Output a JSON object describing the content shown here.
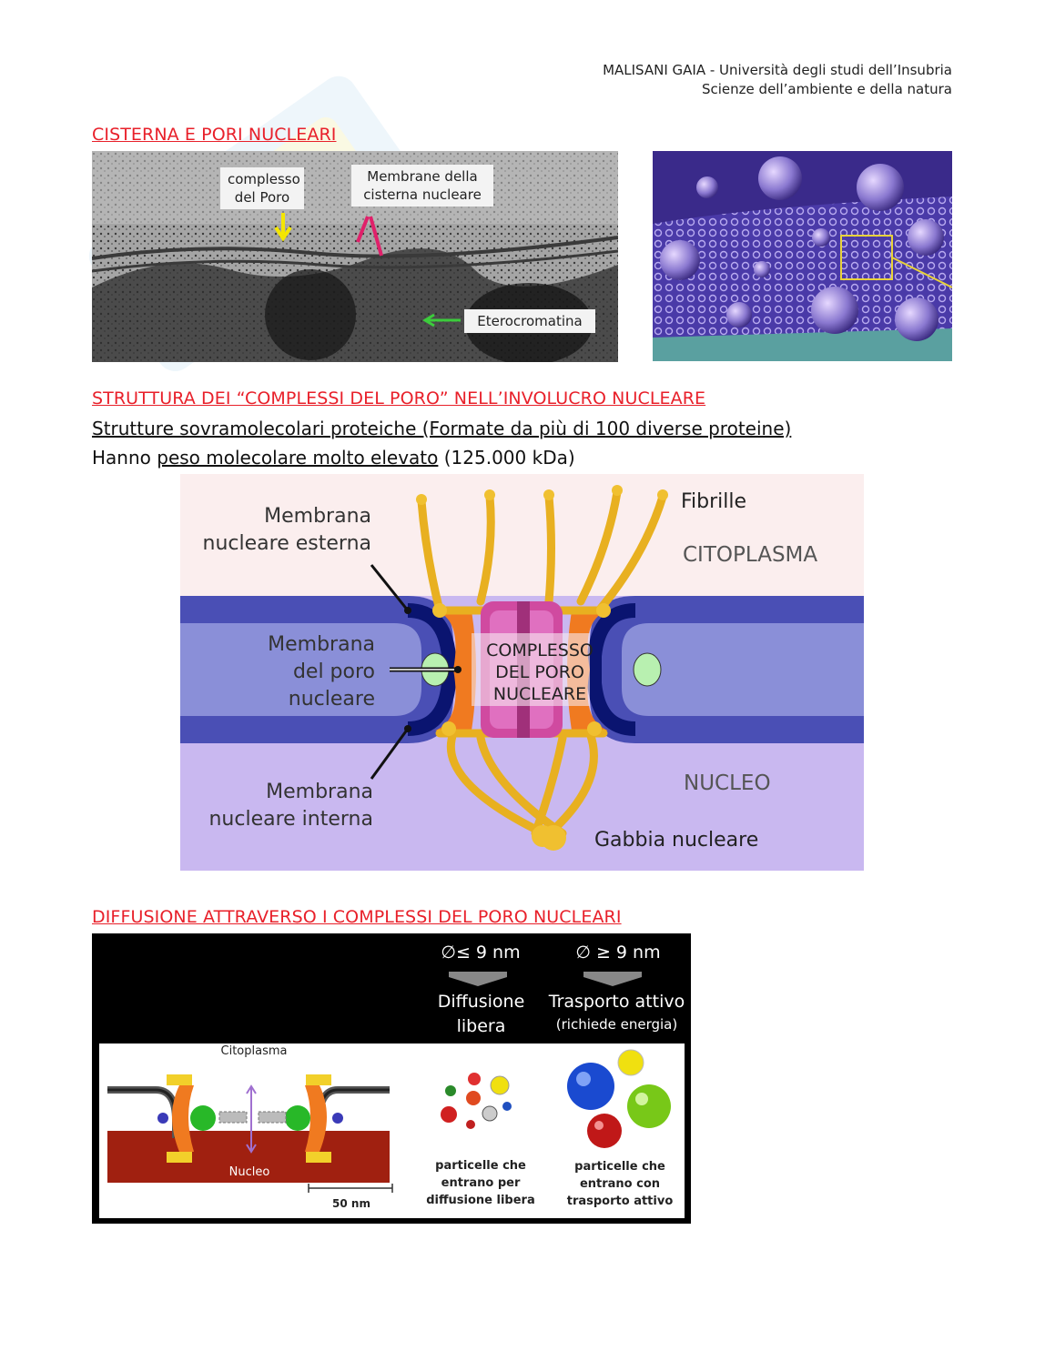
{
  "header": {
    "line1": "MALISANI GAIA - Università degli studi dell’Insubria",
    "line2": "Scienze dell’ambiente e della natura"
  },
  "section1": {
    "title": "CISTERNA E PORI NUCLEARI",
    "micrograph": {
      "label_pore": "complesso del Poro",
      "label_pore_l1": "complesso",
      "label_pore_l2": "del Poro",
      "label_membranes_l1": "Membrane della",
      "label_membranes_l2": "cisterna nucleare",
      "label_hetero": "Eterocromatina"
    }
  },
  "section2": {
    "title": "STRUTTURA DEI “COMPLESSI DEL PORO” NELL’INVOLUCRO NUCLEARE",
    "line1": "Strutture sovramolecolari proteiche (Formate da più di 100 diverse proteine)",
    "line2_pre": "Hanno ",
    "line2_underlined": "peso molecolare molto elevato",
    "line2_post": " (125.000 kDa)",
    "diagram": {
      "fibrille": "Fibrille",
      "citoplasma": "CITOPLASMA",
      "outer_l1": "Membrana",
      "outer_l2": "nucleare esterna",
      "pore_l1": "Membrana",
      "pore_l2": "del poro",
      "pore_l3": "nucleare",
      "complex_l1": "COMPLESSO",
      "complex_l2": "DEL PORO",
      "complex_l3": "NUCLEARE",
      "nucleo": "NUCLEO",
      "inner_l1": "Membrana",
      "inner_l2": "nucleare interna",
      "gabbia": "Gabbia nucleare"
    }
  },
  "section3": {
    "title": "DIFFUSIONE ATTRAVERSO I COMPLESSI DEL PORO NUCLEARI",
    "panel": {
      "size_small": "∅≤ 9 nm",
      "size_large": "∅ ≥ 9 nm",
      "free_l1": "Diffusione",
      "free_l2": "libera",
      "active_l1": "Trasporto attivo",
      "active_l2": "(richiede energia)",
      "citoplasma": "Citoplasma",
      "nucleo": "Nucleo",
      "scale": "50 nm",
      "small_caption_l1": "particelle che",
      "small_caption_l2": "entrano per",
      "small_caption_l3": "diffusione libera",
      "large_caption_l1": "particelle che",
      "large_caption_l2": "entrano con",
      "large_caption_l3": "trasporto attivo"
    }
  },
  "colors": {
    "heading_red": "#e8202a",
    "membrane_dark": "#4a4fb5",
    "membrane_light": "#8a8fd8",
    "nucleus_bg": "#c9b8f0",
    "cytoplasm_bg": "#fbeeee",
    "fibril_gold": "#e8b020",
    "complex_pink": "#d04aa0"
  }
}
